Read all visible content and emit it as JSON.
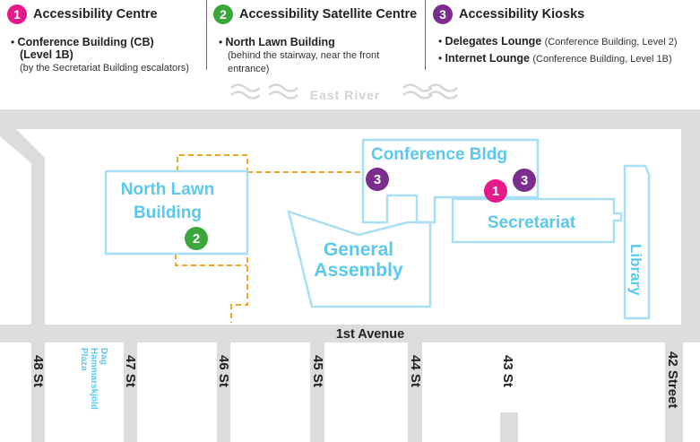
{
  "legend": {
    "centre": {
      "num": "1",
      "title": "Accessibility Centre",
      "item_bold_1": "Conference Building (CB)",
      "item_bold_2": "(Level 1B)",
      "item_note": "(by the Secretariat Building escalators)"
    },
    "satellite": {
      "num": "2",
      "title": "Accessibility Satellite Centre",
      "item_bold": "North Lawn Building",
      "item_note_1": "(behind the stairway, near the front",
      "item_note_2": "entrance)"
    },
    "kiosks": {
      "num": "3",
      "title": "Accessibility Kiosks",
      "item1_bold": "Delegates Lounge",
      "item1_note": "(Conference Building, Level 2)",
      "item2_bold": "Internet Lounge",
      "item2_note": "(Conference Building, Level 1B)"
    }
  },
  "map": {
    "river": "East River",
    "avenue": "1st Avenue",
    "plaza": [
      "Dag",
      "Hammarskjöld",
      "Plaza"
    ],
    "streets": [
      "48 St",
      "47 St",
      "46 St",
      "45 St",
      "44 St",
      "43 St",
      "42 Street"
    ],
    "buildings": {
      "north_lawn": [
        "North Lawn",
        "Building"
      ],
      "conference": "Conference Bldg",
      "secretariat": "Secretariat",
      "general_assembly": [
        "General",
        "Assembly"
      ],
      "library": "Library"
    },
    "markers": {
      "centre": "1",
      "satellite": "2",
      "kiosk": "3"
    }
  },
  "colors": {
    "pink": "#e5198a",
    "green": "#3ba63b",
    "purple": "#7b2d8e",
    "building_blue": "#5bc8ee",
    "road_gray": "#dcdcdc",
    "path_orange": "#f5a623"
  }
}
